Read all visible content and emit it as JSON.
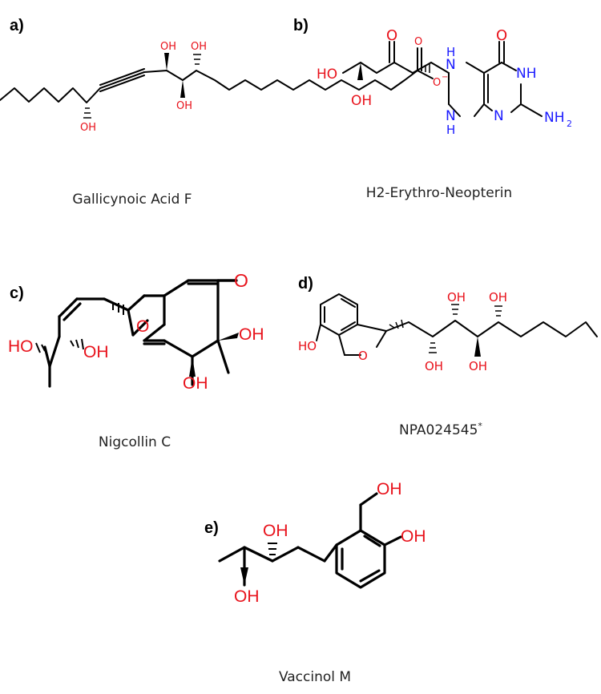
{
  "panels": [
    {
      "label": "a)",
      "name": "Gallicynoic Acid F"
    },
    {
      "label": "b)",
      "name": "H2-Erythro-Neopterin"
    },
    {
      "label": "c)",
      "name": "Nigcollin C"
    },
    {
      "label": "d)",
      "name": "NPA024545",
      "name_sup": "*"
    },
    {
      "label": "e)",
      "name": "Vaccinol M"
    }
  ],
  "atoms": {
    "oh": "OH",
    "ho": "HO",
    "o": "O",
    "o_minus": "O",
    "minus": "−",
    "nh": "NH",
    "nh2": "NH",
    "sub2": "2",
    "n": "N",
    "h": "H"
  },
  "colors": {
    "oxygen": "#e8121b",
    "nitrogen": "#1a1aff",
    "bond": "#000000"
  }
}
